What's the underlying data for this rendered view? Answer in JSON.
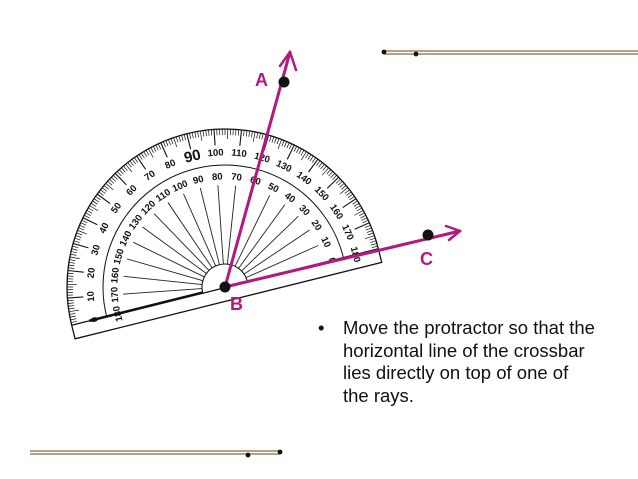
{
  "points": {
    "a": "A",
    "b": "B",
    "c": "C"
  },
  "bullet": {
    "marker": "•",
    "text": "Move the protractor so that the horizontal line of the crossbar lies directly on top of one of the rays."
  },
  "colors": {
    "ray": "#b5177e",
    "rule": "#8b6a3a",
    "ink": "#111111"
  }
}
